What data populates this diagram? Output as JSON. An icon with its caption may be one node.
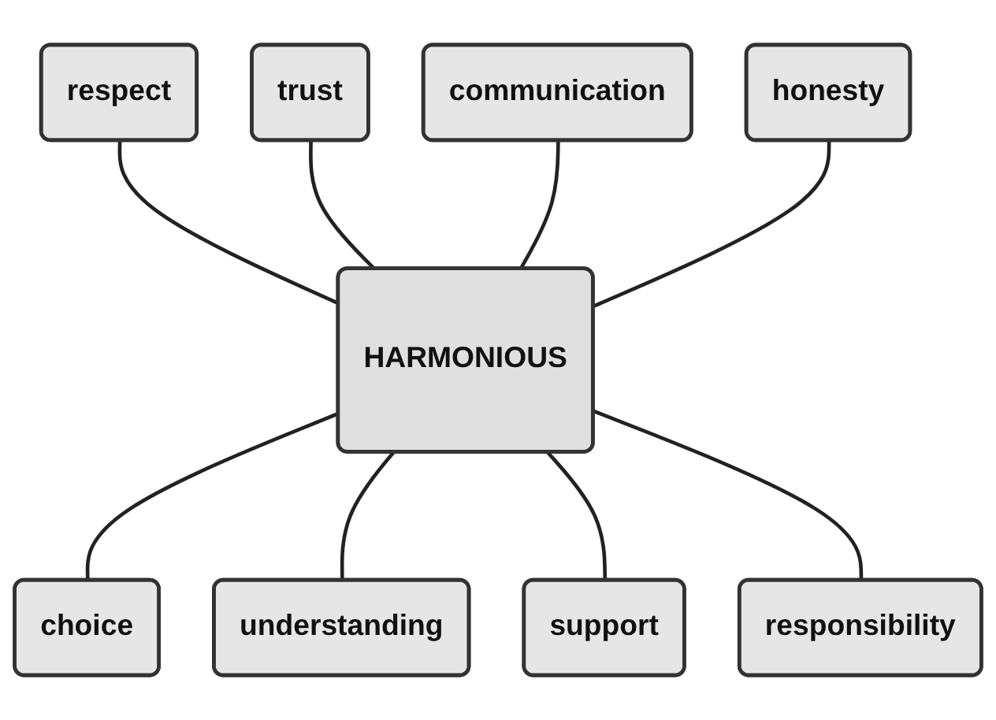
{
  "diagram": {
    "nodes": [
      {
        "text": [
          "communication"
        ]
      },
      {
        "text": [
          "trust"
        ]
      },
      {
        "text": [
          "honesty"
        ]
      },
      {
        "text": [
          "respect"
        ]
      },
      {
        "text": [
          "HARMONIOUS"
        ]
      },
      {
        "text": [
          "responsibility"
        ]
      },
      {
        "text": [
          "choice"
        ]
      },
      {
        "text": [
          "support"
        ]
      },
      {
        "text": [
          "understanding"
        ]
      }
    ],
    "edges": [
      {
        "from": 3,
        "to": 4,
        "arrow": "none"
      },
      {
        "from": 1,
        "to": 4,
        "arrow": "none"
      },
      {
        "from": 0,
        "to": 4,
        "arrow": "none"
      },
      {
        "from": 2,
        "to": 4,
        "arrow": "none"
      },
      {
        "from": 4,
        "to": 6,
        "arrow": "none"
      },
      {
        "from": 4,
        "to": 8,
        "arrow": "none"
      },
      {
        "from": 4,
        "to": 7,
        "arrow": "none"
      },
      {
        "from": 4,
        "to": 5,
        "arrow": "none"
      }
    ]
  }
}
